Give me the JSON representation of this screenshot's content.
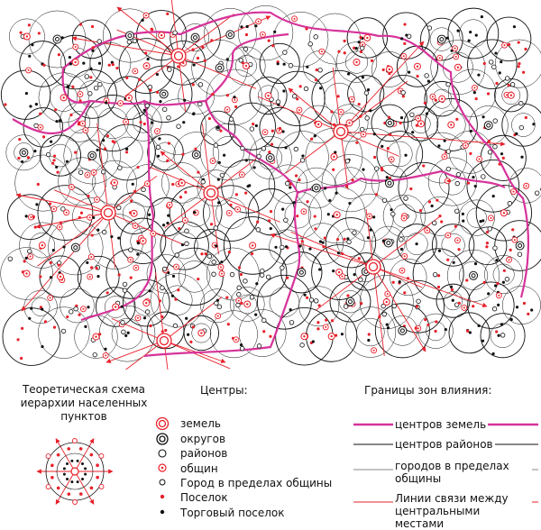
{
  "scheme_title": "Теоретическая схема иерархии населенных пунктов",
  "centers": {
    "title": "Центры:",
    "items": [
      {
        "label": "земель",
        "symbol": "land-center"
      },
      {
        "label": "округов",
        "symbol": "district-center"
      },
      {
        "label": "районов",
        "symbol": "region-center"
      },
      {
        "label": "общин",
        "symbol": "community-center"
      },
      {
        "label": "Город в пределах общины",
        "symbol": "town"
      },
      {
        "label": "Поселок",
        "symbol": "settlement"
      },
      {
        "label": "Торговый поселок",
        "symbol": "trade-settlement"
      }
    ]
  },
  "boundaries": {
    "title": "Границы зон влияния:",
    "items": [
      {
        "label": "центров земель",
        "style": "land-boundary"
      },
      {
        "label": "центров районов",
        "style": "region-boundary"
      },
      {
        "label": "городов в пределах общины",
        "style": "town-boundary"
      },
      {
        "label": "Линии связи между центральными местами",
        "style": "link-line"
      }
    ]
  },
  "colors": {
    "land_boundary": "#d6339a",
    "red": "#e8202a",
    "ink": "#111111"
  }
}
